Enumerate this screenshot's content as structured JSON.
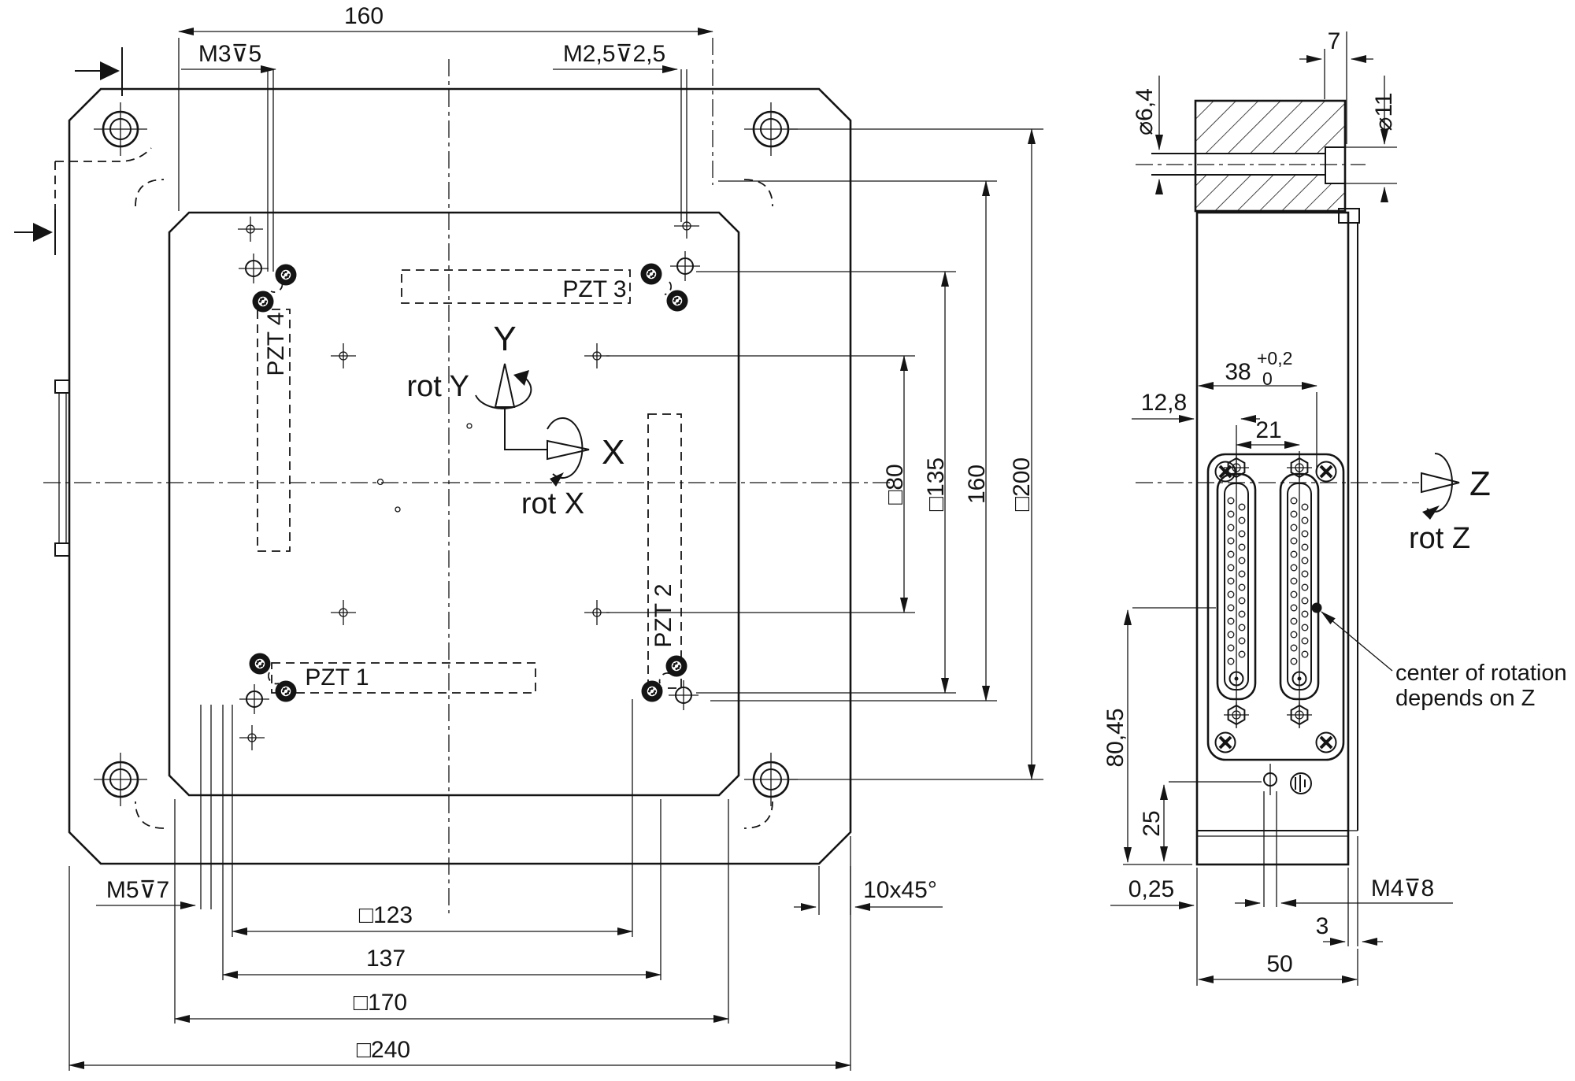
{
  "drawing": {
    "front": {
      "dim_160_top": "160",
      "m3": "M3⊽5",
      "m25": "M2,5⊽2,5",
      "axis_y": "Y",
      "axis_x": "X",
      "rot_y": "rot Y",
      "rot_x": "rot X",
      "pzt1": "PZT 1",
      "pzt2": "PZT 2",
      "pzt3": "PZT 3",
      "pzt4": "PZT 4",
      "dim_sq80": "□80",
      "dim_sq135": "□135",
      "dim_160_right": "160",
      "dim_sq200": "□200",
      "m5": "M5⊽7",
      "dim_sq123": "□123",
      "dim_137": "137",
      "dim_sq170": "□170",
      "dim_sq240": "□240",
      "chamfer": "10x45°"
    },
    "side": {
      "dim_7": "7",
      "dia_6_4": "⌀6,4",
      "dia_11": "⌀11",
      "dim_38": "38",
      "tol_plus": "+0,2",
      "tol_zero": "0",
      "dim_12_8": "12,8",
      "dim_21": "21",
      "axis_z": "Z",
      "rot_z": "rot Z",
      "note1": "center of rotation",
      "note2": "depends on Z",
      "dim_80_45": "80,45",
      "dim_25": "25",
      "dim_0_25": "0,25",
      "m4": "M4⊽8",
      "dim_3": "3",
      "dim_50": "50"
    }
  }
}
